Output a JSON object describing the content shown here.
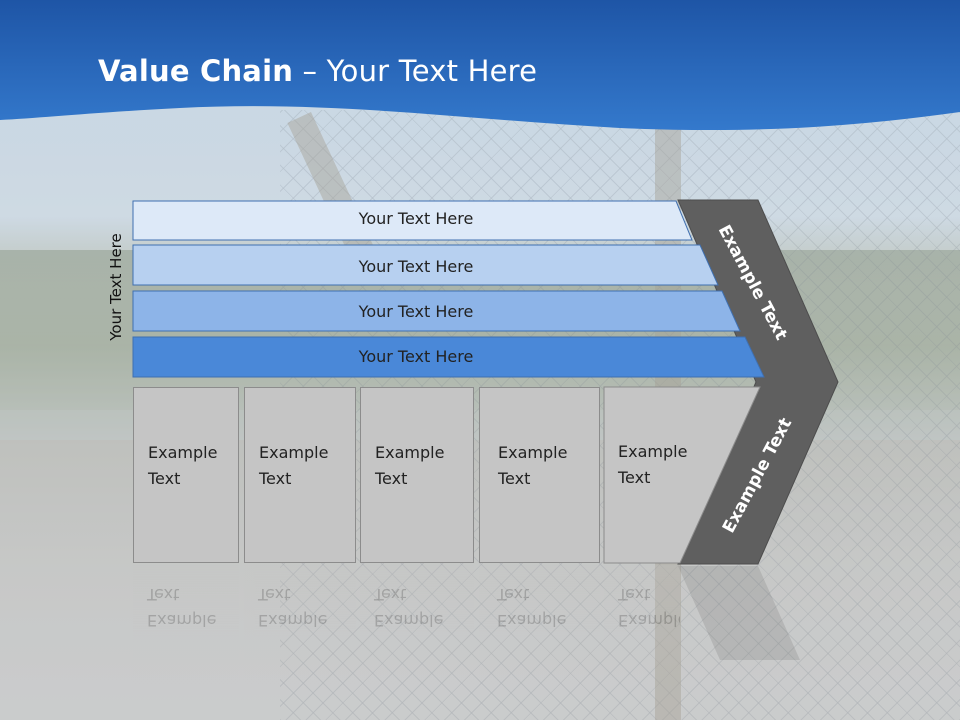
{
  "title": {
    "bold": "Value Chain",
    "rest": " – Your Text Here"
  },
  "vertical_label": "Your Text Here",
  "bars": [
    {
      "label": "Your Text Here",
      "color": "#dde9f8"
    },
    {
      "label": "Your Text Here",
      "color": "#b7d0f0"
    },
    {
      "label": "Your Text Here",
      "color": "#8db4e8"
    },
    {
      "label": "Your Text Here",
      "color": "#4a88d8"
    }
  ],
  "boxes": [
    {
      "label": "Example\nText"
    },
    {
      "label": "Example\nText"
    },
    {
      "label": "Example\nText"
    },
    {
      "label": "Example\nText"
    },
    {
      "label": "Example\nText"
    }
  ],
  "chevron": {
    "top_label": "Example Text",
    "bottom_label": "Example Text",
    "color": "#5f5f5f"
  },
  "colors": {
    "header_blue": "#2a6cc0",
    "header_dark": "#1c4f9a"
  }
}
